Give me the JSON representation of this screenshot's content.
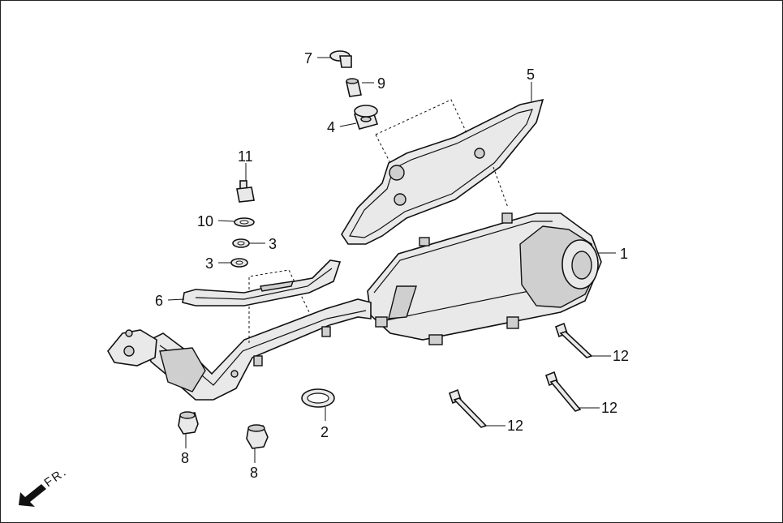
{
  "callouts": [
    {
      "id": "c1",
      "text": "1"
    },
    {
      "id": "c2",
      "text": "2"
    },
    {
      "id": "c3a",
      "text": "3"
    },
    {
      "id": "c3b",
      "text": "3"
    },
    {
      "id": "c4",
      "text": "4"
    },
    {
      "id": "c5",
      "text": "5"
    },
    {
      "id": "c6",
      "text": "6"
    },
    {
      "id": "c7",
      "text": "7"
    },
    {
      "id": "c8a",
      "text": "8"
    },
    {
      "id": "c8b",
      "text": "8"
    },
    {
      "id": "c9",
      "text": "9"
    },
    {
      "id": "c10",
      "text": "10"
    },
    {
      "id": "c11",
      "text": "11"
    },
    {
      "id": "c12a",
      "text": "12"
    },
    {
      "id": "c12b",
      "text": "12"
    },
    {
      "id": "c12c",
      "text": "12"
    }
  ],
  "direction_label": "FR.",
  "icons": [
    "front-direction-arrow-icon"
  ]
}
